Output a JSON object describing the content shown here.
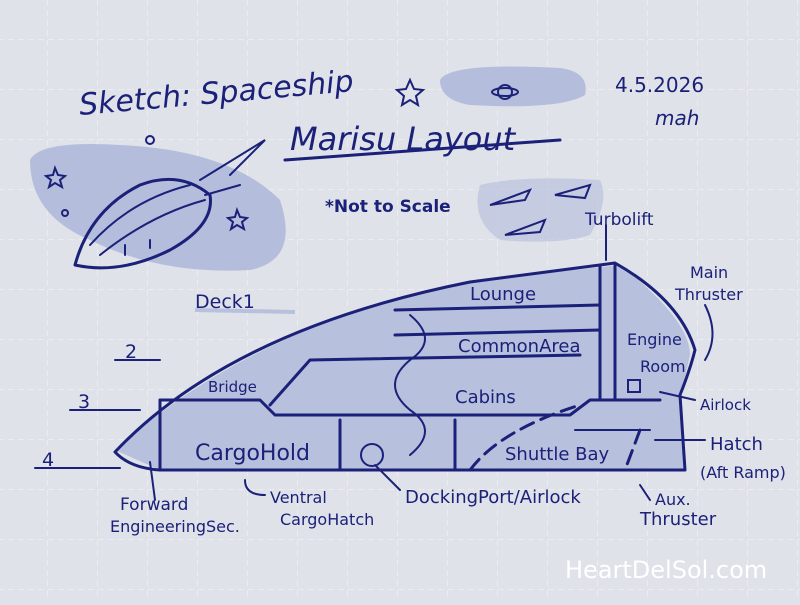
{
  "title": {
    "line1": "Sketch: Spaceship",
    "line2": "Marisu Layout"
  },
  "date": "4.5.2026",
  "signature": "mah",
  "note": "*Not to Scale",
  "decks": [
    "Deck1",
    "2",
    "3",
    "4"
  ],
  "rooms": {
    "lounge": "Lounge",
    "common_area": "CommonArea",
    "cabins": "Cabins",
    "engine_room": [
      "Engine",
      "Room"
    ],
    "bridge": "Bridge",
    "cargo_hold": "CargoHold",
    "shuttle_bay": "Shuttle Bay"
  },
  "callouts": {
    "turbolift": "Turbolift",
    "main_thruster": [
      "Main",
      "Thruster"
    ],
    "airlock": "Airlock",
    "hatch": [
      "Hatch",
      "(Aft Ramp)"
    ],
    "aux_thruster": [
      "Aux.",
      "Thruster"
    ],
    "docking_port": "DockingPort/Airlock",
    "ventral_hatch": [
      "Ventral",
      "CargoHatch"
    ],
    "forward_eng": [
      "Forward",
      "EngineeringSec."
    ]
  },
  "watermark": "HeartDelSol.com",
  "colors": {
    "ink": "#1b2179",
    "fill": "#b7c0dd",
    "background": "#dfe2e8"
  }
}
